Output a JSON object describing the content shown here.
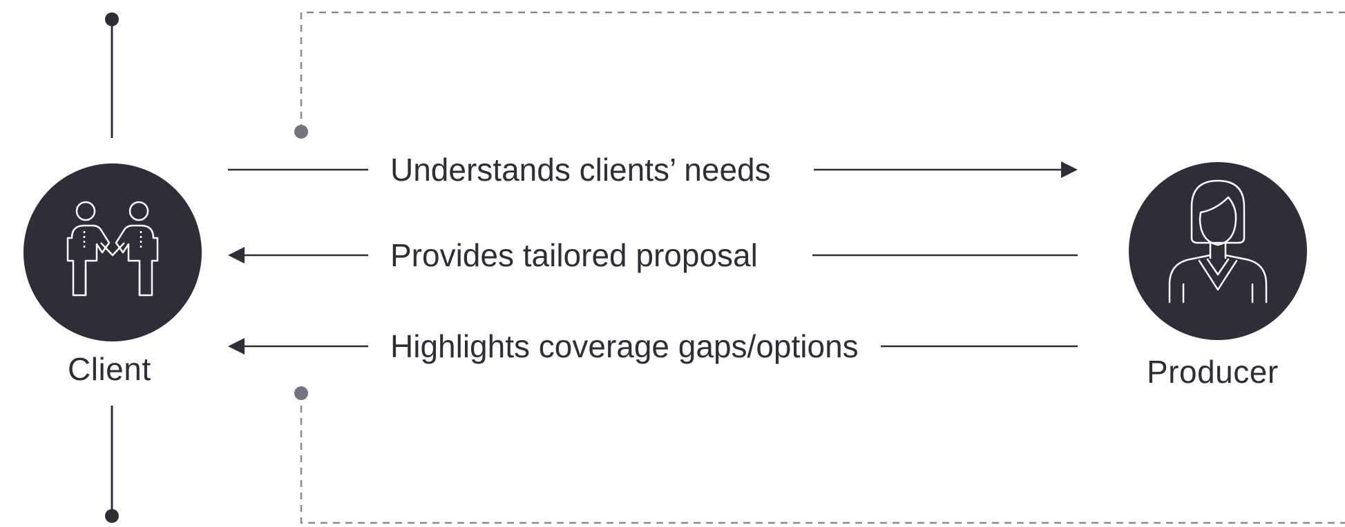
{
  "nodes": {
    "client": {
      "label": "Client",
      "icon": "handshake-people-icon"
    },
    "producer": {
      "label": "Producer",
      "icon": "woman-person-icon"
    }
  },
  "flows": [
    {
      "label": "Understands clients’ needs",
      "direction": "to-producer"
    },
    {
      "label": "Provides tailored proposal",
      "direction": "to-client"
    },
    {
      "label": "Highlights coverage gaps/options",
      "direction": "to-client"
    }
  ],
  "colors": {
    "ink": "#2e2e38",
    "dash": "#8a8a94",
    "dot": "#747480",
    "icon_stroke": "#ffffff"
  }
}
